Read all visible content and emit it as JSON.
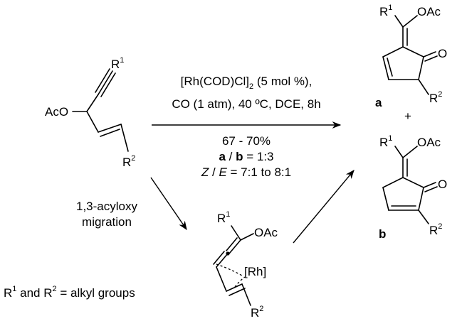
{
  "starting_material": {
    "r1": "R",
    "r1_sup": "1",
    "acetoxy": "AcO",
    "r2": "R",
    "r2_sup": "2"
  },
  "conditions": {
    "catalyst": "[Rh(COD)Cl]",
    "catalyst_sub": "2",
    "catalyst_loading": " (5 mol %),",
    "line2": "CO (1 atm), 40 ºC, DCE, 8h",
    "yield": "67 - 70%",
    "ratio_a": "a",
    "ratio_sep": " / ",
    "ratio_b": "b",
    "ratio_value": " = 1:3",
    "ze_z": "Z",
    "ze_sep": " / ",
    "ze_e": "E",
    "ze_value": " = 7:1 to 8:1"
  },
  "migration": {
    "line1": "1,3-acyloxy",
    "line2": "migration"
  },
  "intermediate": {
    "r1": "R",
    "r1_sup": "1",
    "acetoxy": "OAc",
    "metal": "[Rh]",
    "r2": "R",
    "r2_sup": "2"
  },
  "product_a": {
    "r1": "R",
    "r1_sup": "1",
    "acetoxy": "OAc",
    "carbonyl": "O",
    "r2": "R",
    "r2_sup": "2",
    "label": "a"
  },
  "plus": "+",
  "product_b": {
    "r1": "R",
    "r1_sup": "1",
    "acetoxy": "OAc",
    "carbonyl": "O",
    "r2": "R",
    "r2_sup": "2",
    "label": "b"
  },
  "footnote": {
    "r1": "R",
    "r1_sup": "1",
    "and": " and R",
    "r2_sup": "2",
    "rest": " = alkyl groups"
  }
}
